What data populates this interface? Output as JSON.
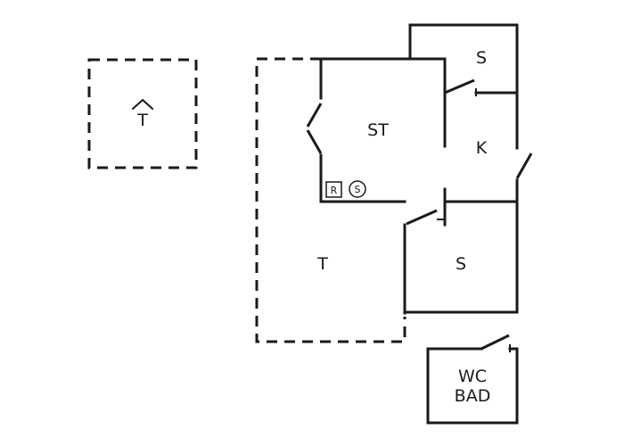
{
  "rooms": {
    "living": "ST",
    "bedroom_top": "S",
    "kitchen": "K",
    "bedroom_bottom": "S",
    "terrace": "T",
    "wc_line1": "WC",
    "wc_line2": "BAD",
    "terrace_roofed": "T"
  },
  "symbols": {
    "radiator": "R",
    "stove": "S"
  },
  "icons": {
    "roofed_terrace": "roof-caret-icon"
  }
}
